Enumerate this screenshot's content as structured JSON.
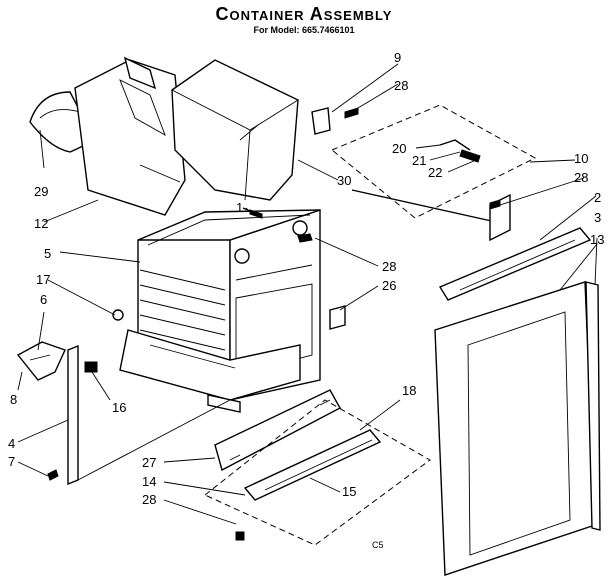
{
  "header": {
    "title": "Container Assembly",
    "subtitle": "For Model: 665.7466101"
  },
  "footer_code": "C5",
  "callouts": [
    "9",
    "28",
    "20",
    "21",
    "22",
    "10",
    "28",
    "2",
    "3",
    "13",
    "30",
    "29",
    "12",
    "1",
    "5",
    "28",
    "26",
    "17",
    "6",
    "16",
    "8",
    "4",
    "7",
    "18",
    "27",
    "14",
    "15",
    "28"
  ]
}
